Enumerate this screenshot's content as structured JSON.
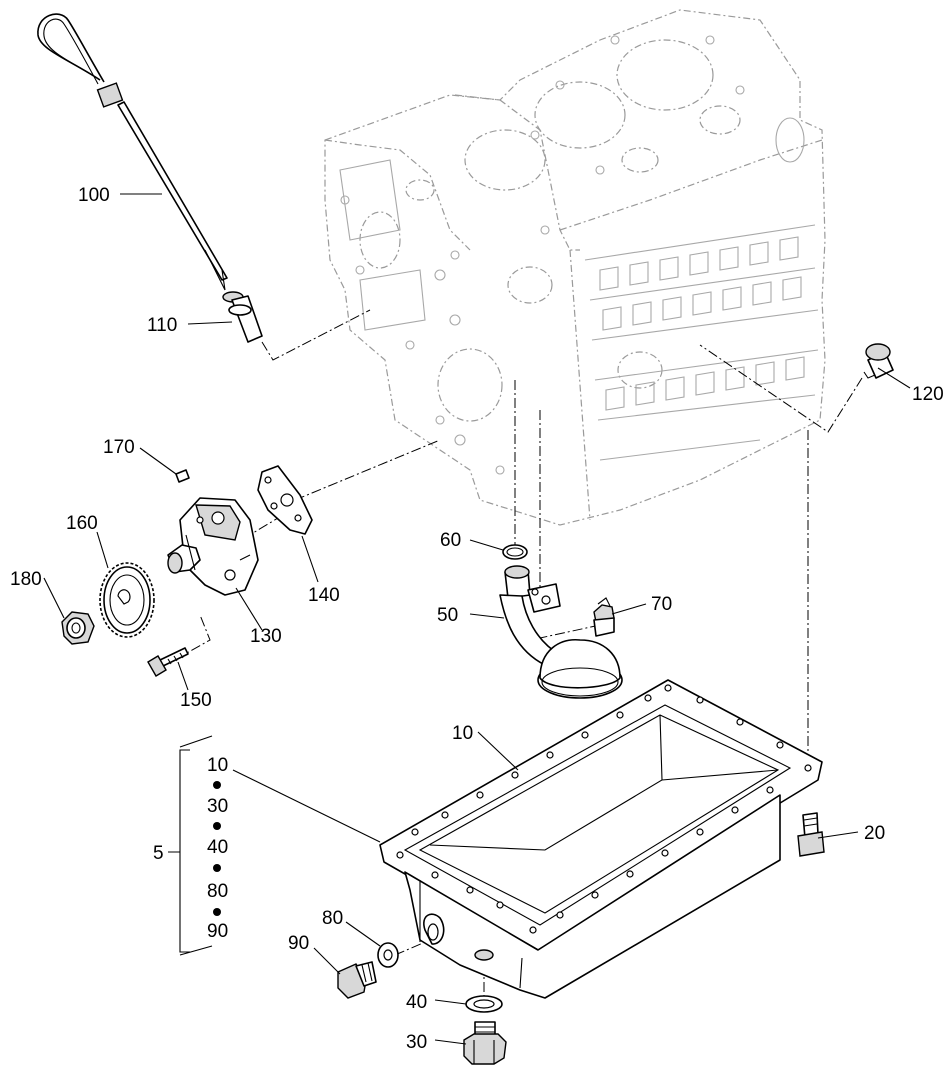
{
  "diagram": {
    "callouts": {
      "c100": "100",
      "c110": "110",
      "c120": "120",
      "c170": "170",
      "c160": "160",
      "c180": "180",
      "c130": "130",
      "c140": "140",
      "c150": "150",
      "c60": "60",
      "c50": "50",
      "c70": "70",
      "c10": "10",
      "c20": "20",
      "c80": "80",
      "c90": "90",
      "c40": "40",
      "c30": "30",
      "c5": "5"
    },
    "kit_list": [
      "10",
      "30",
      "40",
      "80",
      "90"
    ]
  }
}
